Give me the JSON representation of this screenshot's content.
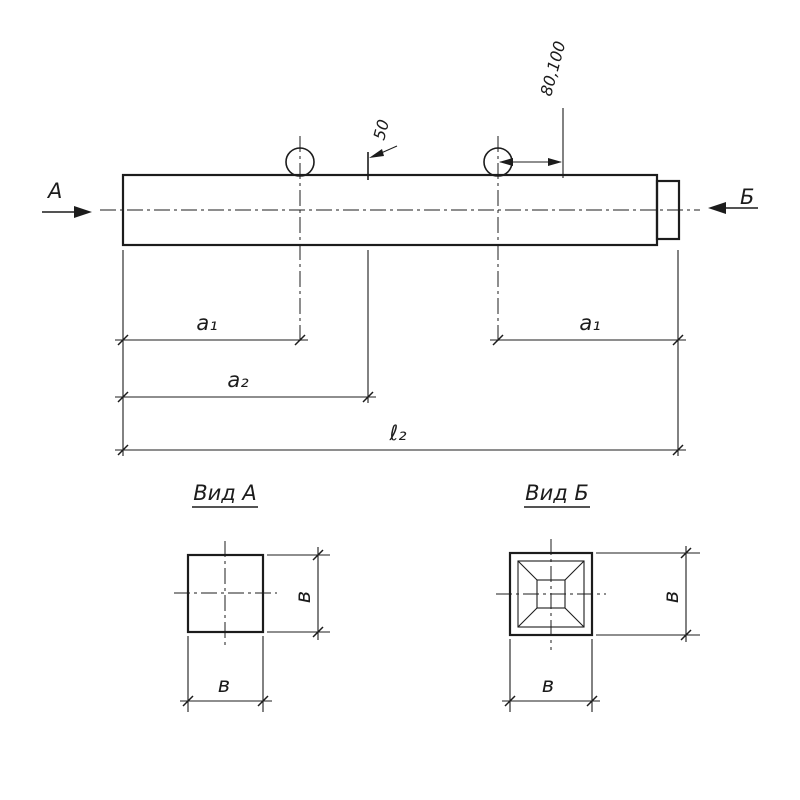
{
  "colors": {
    "line": "#1c1c1c",
    "bg": "#ffffff"
  },
  "labels": {
    "view_arrow_left": "А",
    "view_arrow_right": "Б",
    "dim_50": "50",
    "dim_80_100": "80,100",
    "dim_a1": "a₁",
    "dim_a2": "a₂",
    "dim_l2": "ℓ₂",
    "view_a_title": "Вид А",
    "view_b_title": "Вид Б",
    "dim_b": "в"
  }
}
